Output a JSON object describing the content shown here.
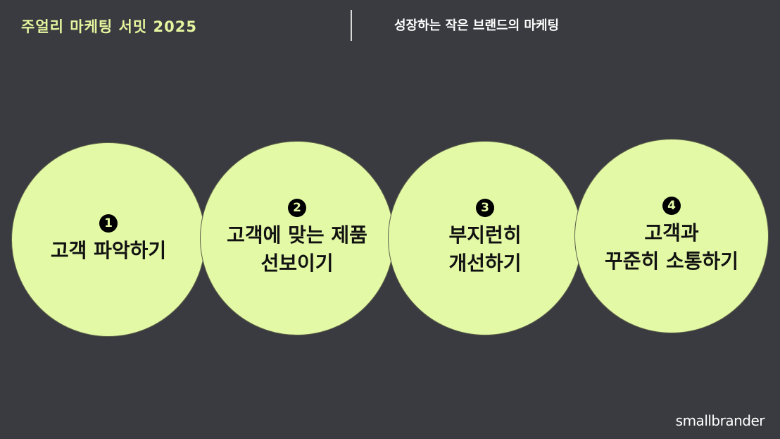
{
  "header": {
    "left_title": "주얼리 마케팅 서밋 2025",
    "right_title": "성장하는 작은 브랜드의 마케팅"
  },
  "steps": [
    {
      "number": "1",
      "label": "고객 파악하기"
    },
    {
      "number": "2",
      "label": "고객에 맞는 제품\n선보이기"
    },
    {
      "number": "3",
      "label": "부지런히\n개선하기"
    },
    {
      "number": "4",
      "label": "고객과\n꾸준히 소통하기"
    }
  ],
  "brand": "smallbrander",
  "colors": {
    "background": "#3a3b40",
    "accent": "#e3f59e",
    "circle_fill": "#e3f9a6",
    "badge": "#000000"
  }
}
